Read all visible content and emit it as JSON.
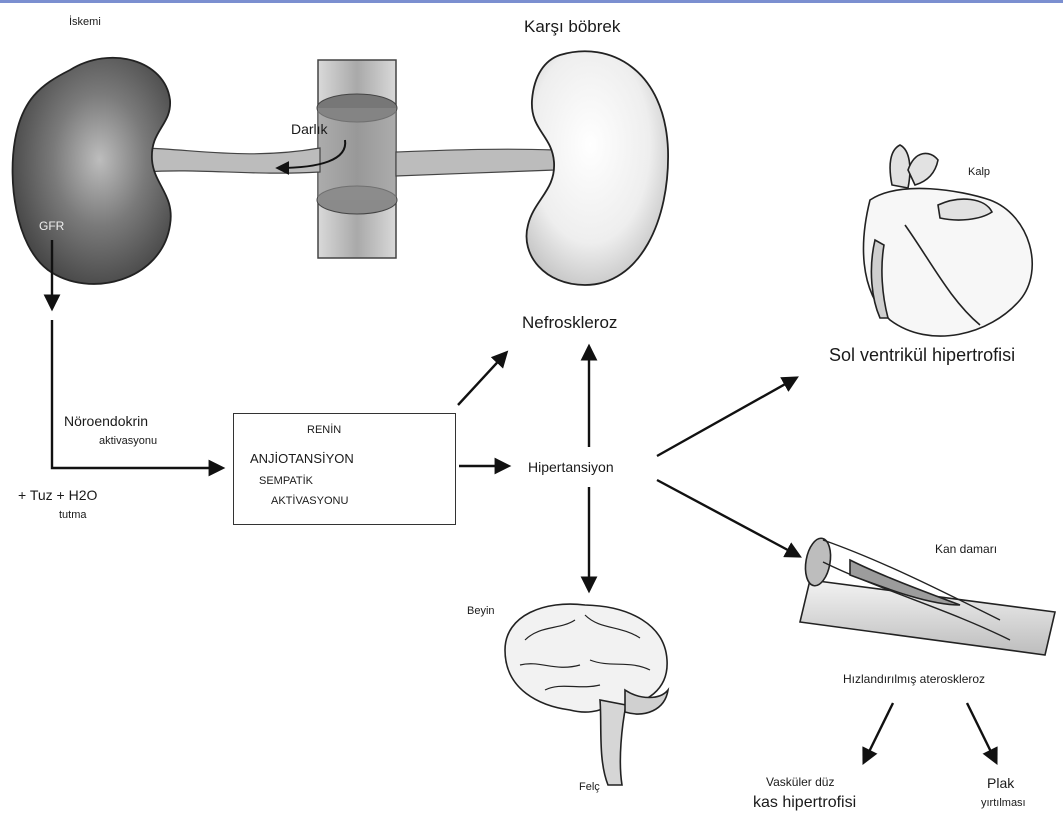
{
  "labels": {
    "iskemi": "İskemi",
    "karsi_bobrek": "Karşı böbrek",
    "darlik": "Darlık",
    "gfr": "GFR",
    "kalp": "Kalp",
    "nefroskleroz": "Nefroskleroz",
    "sol_ventrikul": "Sol ventrikül hipertrofisi",
    "noroendokrin": "Nöroendokrin",
    "aktivasyonu": "aktivasyonu",
    "tuz_h2o": "+ Tuz + H2O",
    "tutma": "tutma",
    "renin": "RENİN",
    "anjiotansiyon": "ANJİOTANSİYON",
    "sempatik": "SEMPATİK",
    "sempatik_aktivasyonu": "AKTİVASYONU",
    "hipertansiyon": "Hipertansiyon",
    "kan_damari": "Kan damarı",
    "beyin": "Beyin",
    "hizlandirilmis": "Hızlandırılmış ateroskleroz",
    "felc": "Felç",
    "vaskuler_duz": "Vasküler düz",
    "kas_hipertrofisi": "kas hipertrofisi",
    "plak": "Plak",
    "yirtilmasi": "yırtılması"
  },
  "colors": {
    "ischemic_kidney": "#6d6d6d",
    "healthy_kidney": "#eeeeee",
    "outline": "#222222",
    "accent_rule": "#7b8fd0"
  }
}
